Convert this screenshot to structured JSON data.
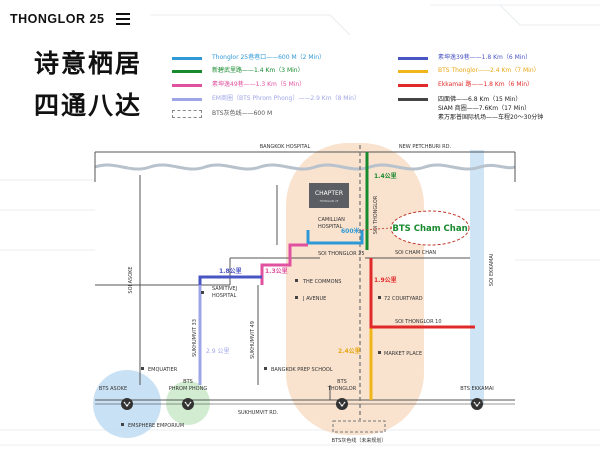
{
  "brand": "THONGLOR 25",
  "headline": [
    "诗意栖居",
    "四通八达"
  ],
  "legend": [
    {
      "id": "thonglor25",
      "text": "Thonglor 25巷巷口——600 M（2 Min）",
      "color": "#2f98d6",
      "text_color": "#2f98d6",
      "style": "solid"
    },
    {
      "id": "petchaburi",
      "text": "新碧武里路——1.4 Km（3 Min）",
      "color": "#178a2e",
      "text_color": "#178a2e",
      "style": "solid"
    },
    {
      "id": "sukhumvit49",
      "text": "素坤逸49巷——1.3 Km（5 Min）",
      "color": "#e0529f",
      "text_color": "#e0529f",
      "style": "solid"
    },
    {
      "id": "em",
      "text": "EM商圈（BTS Phrom Phong）——2.9 Km（8 Min）",
      "color": "#9fa6e8",
      "text_color": "#9fa6e8",
      "style": "solid"
    },
    {
      "id": "bts_grey",
      "text": "BTS灰色线——600 M",
      "color": "#888888",
      "text_color": "#555555",
      "style": "dashed"
    },
    {
      "id": "sukhumvit39",
      "text": "素坤逸39巷——1.8 Km（6 Min）",
      "color": "#4a55c4",
      "text_color": "#4a55c4",
      "style": "solid"
    },
    {
      "id": "bts_thonglor",
      "text": "BTS Thonglor——2.4 Km（7 Min）",
      "color": "#f0b518",
      "text_color": "#e7a612",
      "style": "solid"
    },
    {
      "id": "ekkamai",
      "text": "Ekkamai 路——1.8 Km（6 Min）",
      "color": "#e02a2a",
      "text_color": "#e02a2a",
      "style": "solid"
    },
    {
      "id": "far",
      "text": "四面佛——6.8 Km（15 Min）\nSIAM 商圈——7.6Km（17 Min）\n素万那普国际机场——车程20～30分钟",
      "color": "#444444",
      "text_color": "#222222",
      "style": "solid"
    }
  ],
  "roads": {
    "bangkok_hospital": "BANGKOK HOSPITAL",
    "new_petchburi": "NEW PETCHBURI RD.",
    "soi_asoke": "SOI ASOKE",
    "soi_ekkamai": "SOI EKKAMAI",
    "soi_thonglor": "SOI THONGLOR",
    "soi_thonglor_25": "SOI THONGLOR 25",
    "soi_cham_chan": "SOI CHAM CHAN",
    "soi_thonglor_10": "SOI THONGLOR 10",
    "sukhumvit_33": "SUKHUMVIT 33",
    "sukhumvit_49": "SUKHUMVIT 49",
    "sukhumvit_rd": "SUKHUMVIT RD."
  },
  "places": {
    "chapter_logo": "CHAPTER",
    "chapter_sub": "THONGLOR 25",
    "camillian": "CAMILLIAN\nHOSPITAL",
    "the_commons": "THE COMMONS",
    "j_avenue": "J AVENUE",
    "courtyard": "72 COURTYARD",
    "market_place": "MARKET PLACE",
    "samitivej": "SAMITIVEJ\nHOSPITAL",
    "emquatier": "EMQUATIER",
    "bangkok_prep": "BANGKOK PREP SCHOOL",
    "emsphere": "EMSPHERE EMPORIUM",
    "bts_cham_chan": "BTS Cham Chan"
  },
  "stations": {
    "asoke": "BTS ASOKE",
    "phrom_phong": "BTS\nPHROM PHONG",
    "thonglor": "BTS\nTHONGLOR",
    "ekkamai": "BTS EKKAMAI"
  },
  "distances": {
    "m600": "600米",
    "km14": "1.4公里",
    "km19": "1.9公里",
    "km24": "2.4公里",
    "km18": "1.8公里",
    "km13": "1.3公里",
    "km29": "2.9 公里"
  },
  "grey_line_label": "BTS灰色线（未来规划）",
  "colors": {
    "thonglor25": "#2f98d6",
    "petchaburi": "#178a2e",
    "sukhumvit49": "#e0529f",
    "em": "#9fa6e8",
    "sukhumvit39": "#4a55c4",
    "bts_thonglor": "#f0b518",
    "ekkamai": "#e02a2a",
    "road": "#555555",
    "canal": "#b7c2cc",
    "orange_zone": "#f7d9bf",
    "blue_zone": "#bfdcf2",
    "green_zone": "#d2ecd1",
    "chapter_box": "#5b5f63"
  }
}
